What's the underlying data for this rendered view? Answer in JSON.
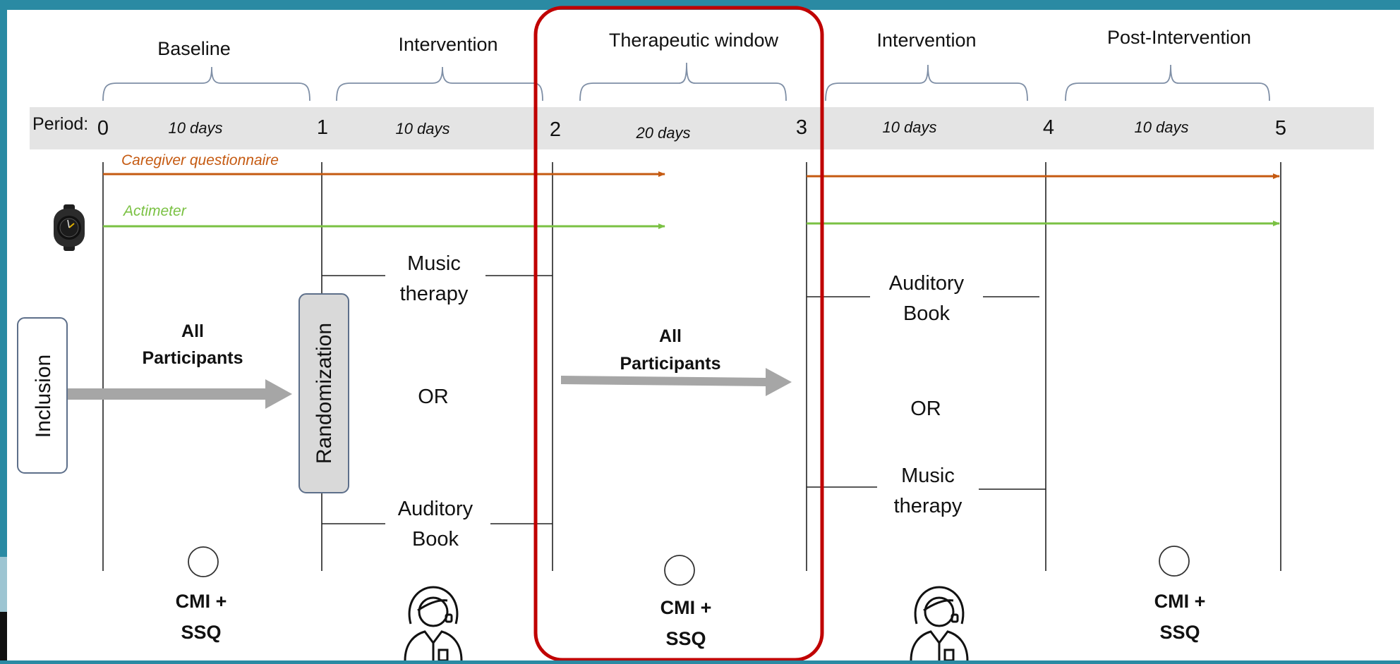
{
  "phases": [
    {
      "label": "Baseline"
    },
    {
      "label": "Intervention"
    },
    {
      "label": "Therapeutic window"
    },
    {
      "label": "Intervention"
    },
    {
      "label": "Post-Intervention"
    }
  ],
  "period_label": "Period:",
  "period_numbers": [
    "0",
    "1",
    "2",
    "3",
    "4",
    "5"
  ],
  "durations": [
    "10 days",
    "10 days",
    "20 days",
    "10 days",
    "10 days"
  ],
  "measures": {
    "caregiver": "Caregiver questionnaire",
    "actimeter": "Actimeter"
  },
  "colors": {
    "frame": "#2a8aa3",
    "caregiver": "#c55a11",
    "actimeter": "#7ac143",
    "highlight": "#c00000",
    "period_band": "#e4e4e4",
    "flow_arrow": "#a6a6a6"
  },
  "inclusion_label": "Inclusion",
  "randomization_label": "Randomization",
  "all_participants": [
    "All",
    "Participants"
  ],
  "or_label": "OR",
  "arms": {
    "first": {
      "top": [
        "Music",
        "therapy"
      ],
      "bottom": [
        "Auditory",
        "Book"
      ]
    },
    "second": {
      "top": [
        "Auditory",
        "Book"
      ],
      "bottom": [
        "Music",
        "therapy"
      ]
    }
  },
  "assessment": [
    "CMI +",
    "SSQ"
  ],
  "icons": [
    "watch-icon",
    "assessment-circle-icon",
    "clinician-icon"
  ]
}
